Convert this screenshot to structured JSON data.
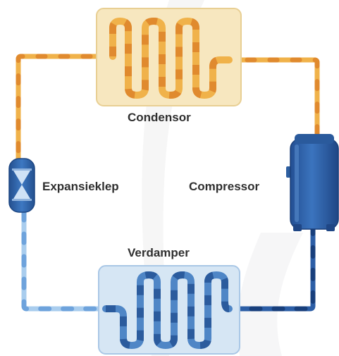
{
  "labels": {
    "condensor": "Condensor",
    "expansion_valve": "Expansieklep",
    "compressor": "Compressor",
    "evaporator": "Verdamper"
  },
  "colors": {
    "hot_pipe": "#f0b24a",
    "hot_pipe_dark": "#e08a2e",
    "cold_pipe": "#4f86c6",
    "cold_pipe_light": "#a9cdee",
    "cold_pipe_dark": "#214f8f",
    "condensor_fill": "#f7e7bf",
    "evaporator_fill": "#d6e6f4",
    "component_blue": "#2d62a8",
    "label_text": "#2f2f2f"
  },
  "icons": {
    "expansion_valve": "hourglass-valve-icon",
    "compressor": "compressor-tank-icon"
  }
}
